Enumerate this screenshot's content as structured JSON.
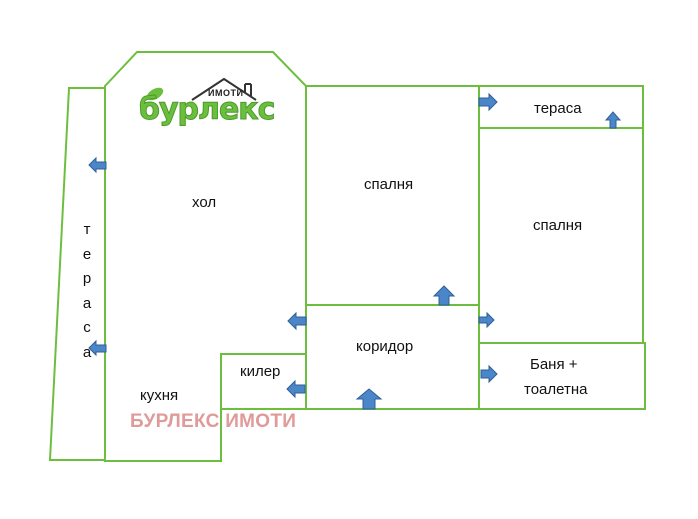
{
  "rooms": {
    "hol": "хол",
    "spalnya_left": "спалня",
    "spalnya_right": "спалня",
    "terasa_top": "тераса",
    "terasa_side": "тераса",
    "koridor": "коридор",
    "kiler": "килер",
    "kuhnya": "кухня",
    "banya_line1": "Баня +",
    "banya_line2": "тоалетна"
  },
  "logo": {
    "wordmark": "бурлекс",
    "tagline": "ИМОТИ"
  },
  "watermark": "БУРЛЕКС ИМОТИ",
  "colors": {
    "walls": "#6cbf3e",
    "arrows": "#4a86c8",
    "watermark": "#e09a9a"
  }
}
